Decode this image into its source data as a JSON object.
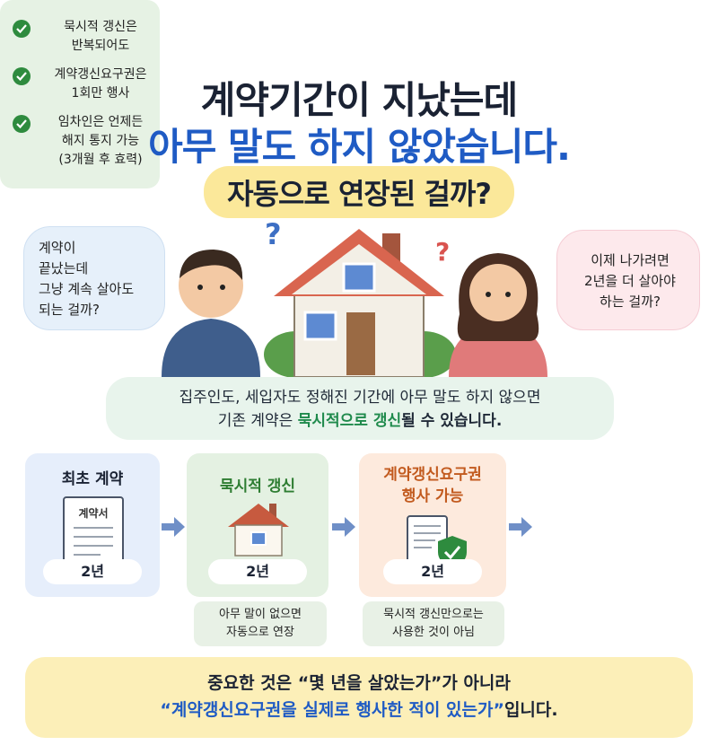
{
  "headline": {
    "line1": "계약기간이 지났는데",
    "line2": "아무 말도 하지 않았습니다.",
    "line3": "자동으로 연장된 걸까?"
  },
  "bubbles": {
    "left": [
      "계약이",
      "끝났는데",
      "그냥 계속 살아도",
      "되는 걸까?"
    ],
    "right": [
      "이제 나가려면",
      "2년을 더 살아야",
      "하는 걸까?"
    ]
  },
  "summary": {
    "line1": "집주인도, 세입자도 정해진 기간에 아무 말도 하지 않으면",
    "line2_a": "기존 계약은 ",
    "line2_highlight": "묵시적으로 갱신",
    "line2_b": "될 수 있습니다."
  },
  "steps": [
    {
      "title": "최초 계약",
      "doc_label": "계약서",
      "duration": "2년"
    },
    {
      "title": "묵시적 갱신",
      "duration": "2년",
      "note": [
        "아무 말이 없으면",
        "자동으로 연장"
      ]
    },
    {
      "title": [
        "계약갱신요구권",
        "행사 가능"
      ],
      "duration": "2년",
      "note": [
        "묵시적 갱신만으로는",
        "사용한 것이 아님"
      ]
    }
  ],
  "checks": [
    [
      "묵시적 갱신은",
      "반복되어도"
    ],
    [
      "계약갱신요구권은",
      "1회만 행사"
    ],
    [
      "임차인은 언제든",
      "해지 통지 가능",
      "(3개월 후 효력)"
    ]
  ],
  "footer": {
    "line1": "중요한 것은 “몇 년을 살았는가”가 아니라",
    "line2_blue": "“계약갱신요구권을 실제로 행사한 적이 있는가”",
    "line2_end": "입니다."
  },
  "colors": {
    "headline_blue": "#1f5bc4",
    "highlight_yellow": "#fbe89a",
    "green": "#2e8b3e",
    "orange": "#c25a1e",
    "arrow_blue": "#6f8fc7"
  },
  "icons": [
    "house-icon",
    "question-mark-icon",
    "document-icon",
    "shield-check-icon",
    "check-circle-icon",
    "arrow-right-icon"
  ]
}
